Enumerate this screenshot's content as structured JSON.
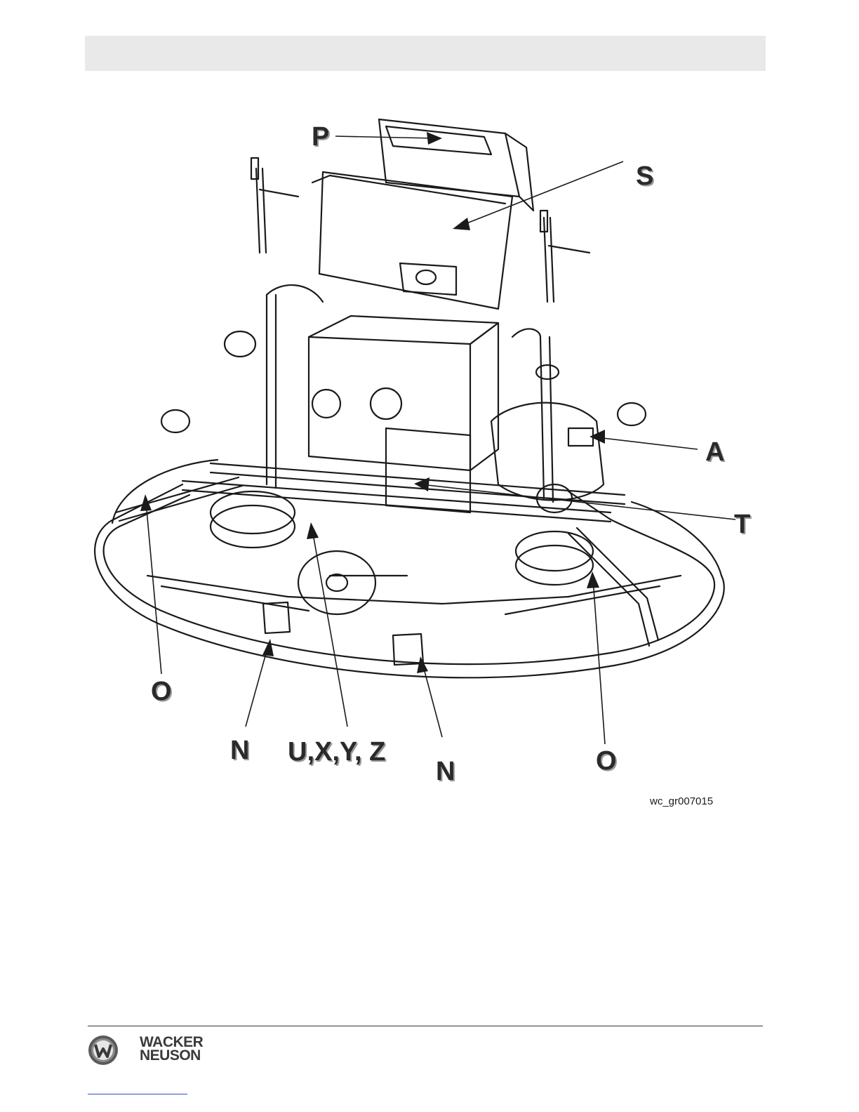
{
  "figure": {
    "callouts": {
      "p": "P",
      "s": "S",
      "a": "A",
      "t": "T",
      "o_left": "O",
      "n_left": "N",
      "uxyz": "U,X,Y, Z",
      "n_right": "N",
      "o_right": "O"
    },
    "figure_id": "wc_gr007015"
  },
  "footer": {
    "brand_line1": "WACKER",
    "brand_line2": "NEUSON"
  }
}
